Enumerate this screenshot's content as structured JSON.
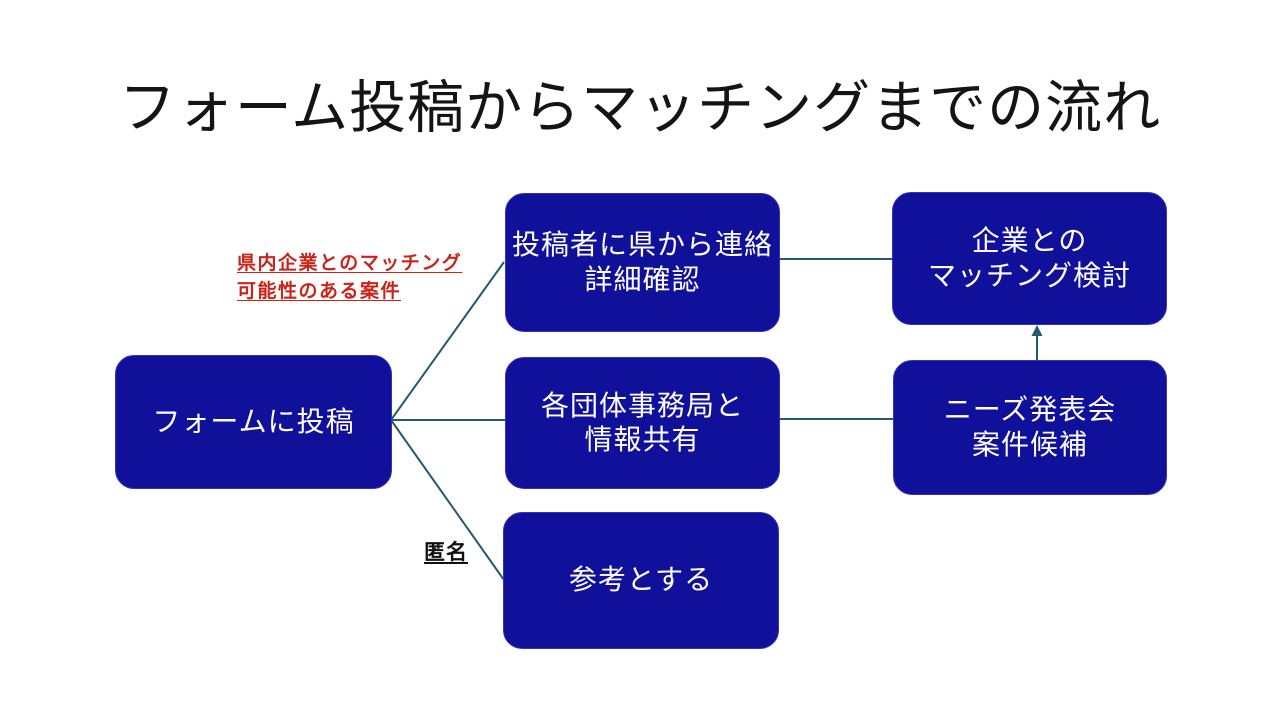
{
  "slide": {
    "title": "フォーム投稿からマッチングまでの流れ"
  },
  "boxes": {
    "form": {
      "lines": [
        "フォームに投稿"
      ]
    },
    "contact": {
      "lines": [
        "投稿者に県から連絡",
        "詳細確認"
      ]
    },
    "share": {
      "lines": [
        "各団体事務局と",
        "情報共有"
      ]
    },
    "reference": {
      "lines": [
        "参考とする"
      ]
    },
    "matching": {
      "lines": [
        "企業との",
        "マッチング検討"
      ]
    },
    "needs": {
      "lines": [
        "ニーズ発表会",
        "案件候補"
      ]
    }
  },
  "notes": {
    "matching_candidate": {
      "line1": "県内企業とのマッチング",
      "line2": "可能性のある案件"
    },
    "anonymous": "匿名"
  },
  "colors": {
    "box_fill": "#10109B",
    "box_text": "#FFFFFF",
    "connector": "#27596E",
    "note_red": "#C9241A",
    "title_text": "#141414"
  }
}
